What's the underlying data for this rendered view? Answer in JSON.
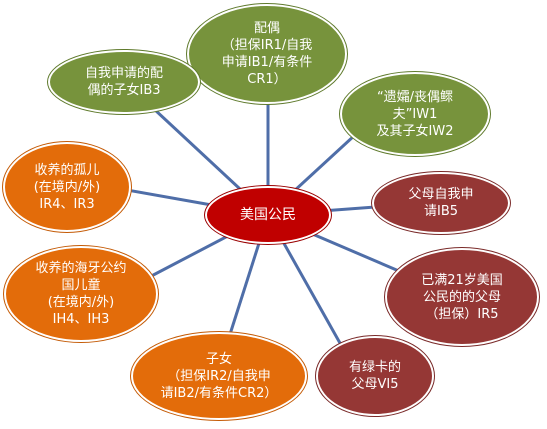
{
  "colors": {
    "green": "#77933c",
    "orange": "#e36c0a",
    "maroon": "#953735",
    "center": "#c00000",
    "link": "#4f6ea8"
  },
  "center": {
    "label": "美国公民"
  },
  "nodes": {
    "spouse": {
      "lines": [
        "配偶",
        "（担保IR1/自我",
        "申请IB1/有条件",
        "CR1）"
      ]
    },
    "spouse_children": {
      "lines": [
        "自我申请的配",
        "偶的子女IB3"
      ]
    },
    "widow": {
      "lines": [
        "“遗孀/丧偶鳏",
        "夫”IW1",
        "及其子女IW2"
      ]
    },
    "orphan": {
      "lines": [
        "收养的孤儿",
        "(在境内/外)",
        "IR4、IR3"
      ]
    },
    "parents_self": {
      "lines": [
        "父母自我申",
        "请IB5"
      ]
    },
    "hague": {
      "lines": [
        "收养的海牙公约",
        "国儿童",
        "(在境内/外)",
        "IH4、IH3"
      ]
    },
    "parents_21": {
      "lines": [
        "已满21岁美国",
        "公民的的父母",
        "（担保）IR5"
      ]
    },
    "children": {
      "lines": [
        "子女",
        "（担保IR2/自我申",
        "请IB2/有条件CR2）"
      ]
    },
    "green_card_parents": {
      "lines": [
        "有绿卡的",
        "父母VI5"
      ]
    }
  }
}
